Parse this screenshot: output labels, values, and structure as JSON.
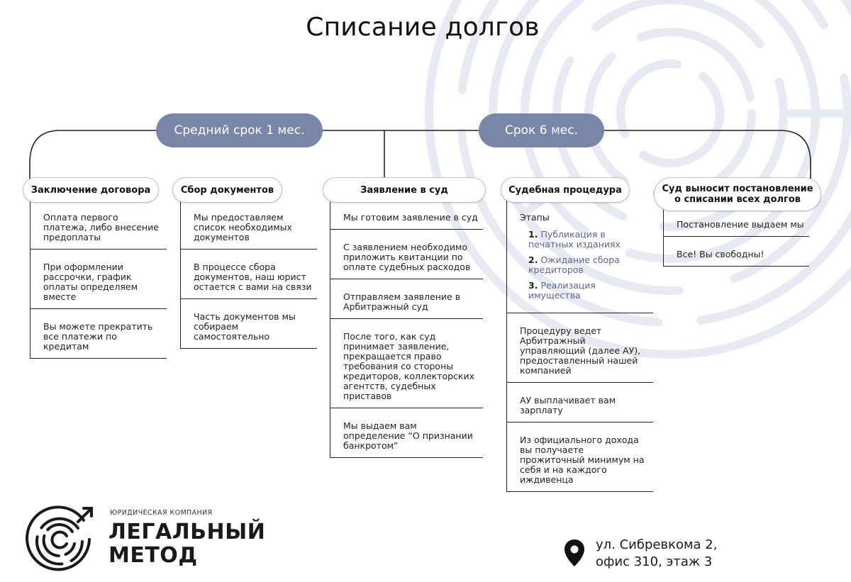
{
  "title": "Списание долгов",
  "pills": {
    "left": "Средний срок 1 мес.",
    "right": "Срок 6 мес."
  },
  "columns": [
    {
      "header": "Заключение договора",
      "items": [
        "Оплата первого платежа, либо внесение предоплаты",
        "При оформлении рассрочки, график оплаты определяем вместе",
        "Вы можете прекратить все платежи по кредитам"
      ]
    },
    {
      "header": "Сбор документов",
      "items": [
        "Мы предоставляем список необходимых документов",
        "В процессе сбора документов, наш юрист остается с вами на связи",
        "Часть документов мы собираем самостоятельно"
      ]
    },
    {
      "header": "Заявление в суд",
      "items": [
        "Мы готовим заявление в суд",
        "С заявлением необходимо приложить квитанции по оплате судебных расходов",
        "Отправляем заявление в Арбитражный суд",
        "После того, как суд принимает заявление, прекращается право требования со стороны кредиторов, коллекторских агентств, судебных приставов",
        "Мы выдаем вам определение “О признании банкротом”"
      ]
    },
    {
      "header": "Судебная процедура",
      "stages_title": "Этапы",
      "stages": [
        {
          "num": "1.",
          "text": "Публикация в печатных изданиях"
        },
        {
          "num": "2.",
          "text": "Ожидание сбора кредиторов"
        },
        {
          "num": "3.",
          "text": "Реализация имущества"
        }
      ],
      "items": [
        "Процедуру ведет Арбитражный управляющий (далее АУ), предоставленный нашей компанией",
        "АУ выплачивает вам зарплату",
        "Из официального дохода вы получаете прожиточный минимум на себя и на каждого иждивенца"
      ]
    },
    {
      "header": "Суд выносит постановление о списании всех долгов",
      "items": [
        "Постановление выдаем мы",
        "Все! Вы свободны!"
      ]
    }
  ],
  "company": {
    "caption": "ЮРИДИЧЕСКАЯ КОМПАНИЯ",
    "name_line1": "ЛЕГАЛЬНЫЙ",
    "name_line2": "МЕТОД"
  },
  "address": {
    "line1": "ул. Сибревкома 2,",
    "line2": "офис 310, этаж 3"
  },
  "colors": {
    "pill": "#7a86a8",
    "watermark": "#e6e9f3",
    "stage_text": "#5a6690"
  },
  "icons": [
    "location-pin-icon",
    "maze-logo-icon",
    "maze-watermark"
  ]
}
